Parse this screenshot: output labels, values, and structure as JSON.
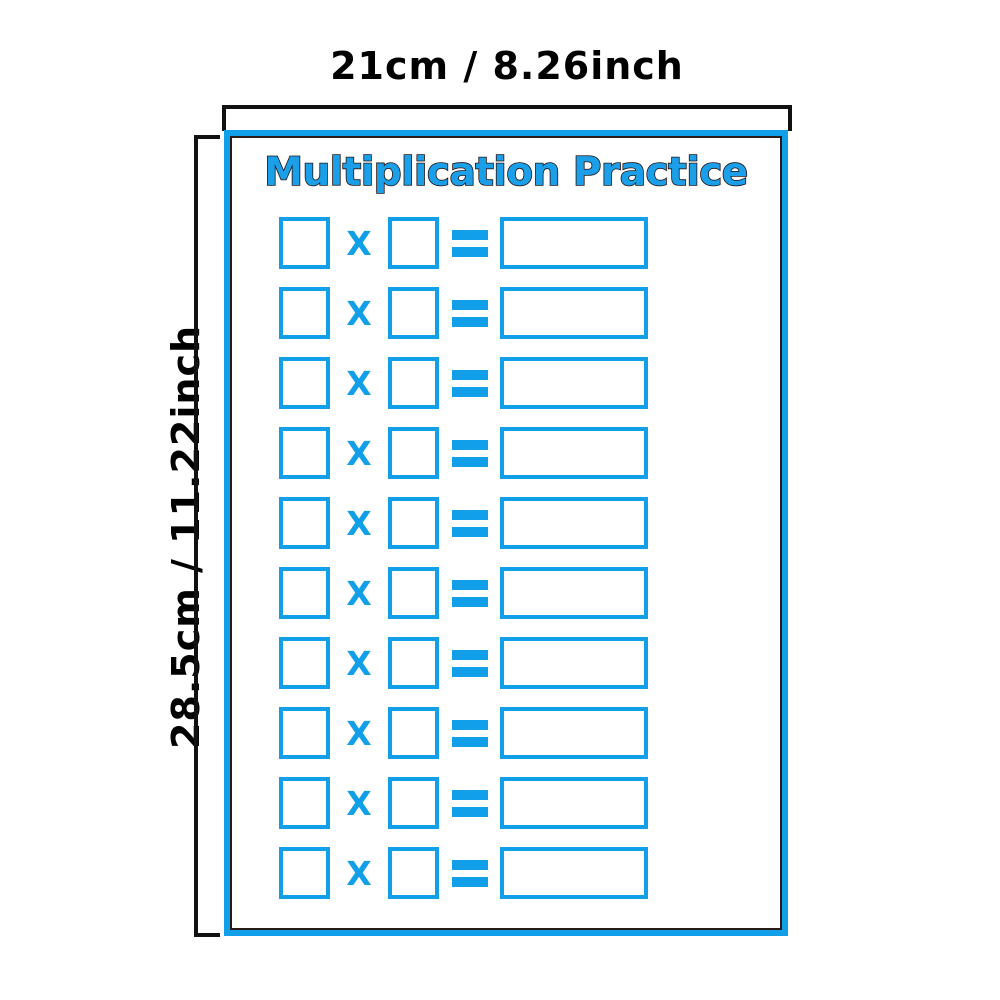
{
  "dimensions": {
    "width_label": "21cm / 8.26inch",
    "height_label": "28.5cm / 11.22inch"
  },
  "worksheet": {
    "title": "Multiplication Practice",
    "accent_color": "#119fe9",
    "outline_color": "#231310",
    "background_color": "#ffffff",
    "row_count": 10,
    "operators": {
      "multiply": "X",
      "equals": "="
    },
    "rows": [
      {
        "factor1": "",
        "operator": "X",
        "factor2": "",
        "equals": "=",
        "answer": ""
      },
      {
        "factor1": "",
        "operator": "X",
        "factor2": "",
        "equals": "=",
        "answer": ""
      },
      {
        "factor1": "",
        "operator": "X",
        "factor2": "",
        "equals": "=",
        "answer": ""
      },
      {
        "factor1": "",
        "operator": "X",
        "factor2": "",
        "equals": "=",
        "answer": ""
      },
      {
        "factor1": "",
        "operator": "X",
        "factor2": "",
        "equals": "=",
        "answer": ""
      },
      {
        "factor1": "",
        "operator": "X",
        "factor2": "",
        "equals": "=",
        "answer": ""
      },
      {
        "factor1": "",
        "operator": "X",
        "factor2": "",
        "equals": "=",
        "answer": ""
      },
      {
        "factor1": "",
        "operator": "X",
        "factor2": "",
        "equals": "=",
        "answer": ""
      },
      {
        "factor1": "",
        "operator": "X",
        "factor2": "",
        "equals": "=",
        "answer": ""
      },
      {
        "factor1": "",
        "operator": "X",
        "factor2": "",
        "equals": "=",
        "answer": ""
      }
    ]
  }
}
